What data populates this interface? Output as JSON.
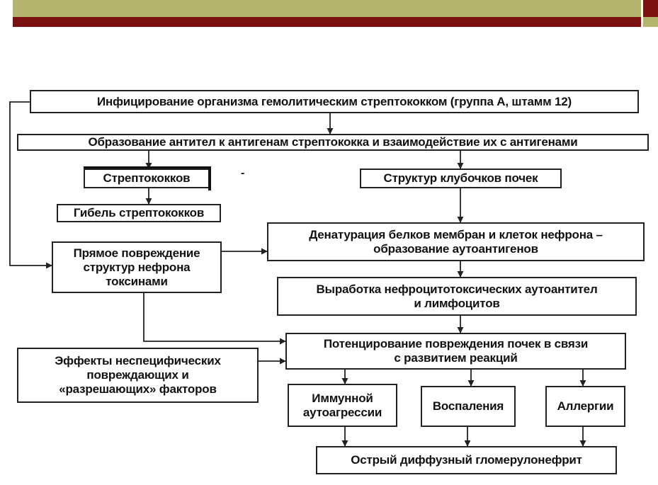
{
  "colors": {
    "olive": "#b4b46e",
    "maroon": "#7a1212",
    "line": "#222222"
  },
  "diagram": {
    "nodes": {
      "infection": "Инфицирование организма гемолитическим стрептококком (группа А, штамм 12)",
      "antibodies": "Образование антител к антигенам стрептококка и взаимодействие их с антигенами",
      "strep": "Стрептококков",
      "death": "Гибель стрептококков",
      "glomeruli": "Структур клубочков почек",
      "direct": "Прямое повреждение\nструктур нефрона\nтоксинами",
      "denat": "Денатурация белков мембран и клеток нефрона –\nобразование аутоантигенов",
      "production": "Выработка нефроцитотоксических аутоантител\nи лимфоцитов",
      "potent": "Потенцирование повреждения почек в связи\nс развитием реакций",
      "effects": "Эффекты неспецифических\nповреждающих и\n«разрешающих» факторов",
      "immune": "Иммунной\nаутоагрессии",
      "inflam": "Воспаления",
      "allergy": "Аллергии",
      "final": "Острый диффузный гломерулонефрит"
    },
    "marks": {
      "dash": "-"
    }
  }
}
